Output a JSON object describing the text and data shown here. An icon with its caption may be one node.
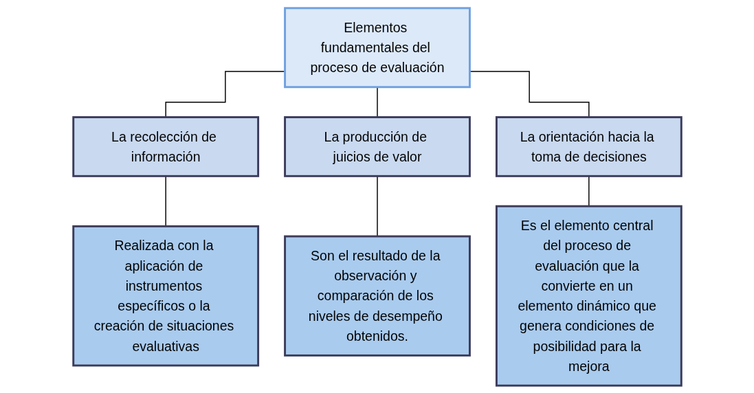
{
  "diagram": {
    "nodes": [
      {
        "text": [
          "Elementos fundamentales del proceso de evaluación"
        ]
      },
      {
        "text": [
          "La recolección de información"
        ]
      },
      {
        "text": [
          "La producción de juicios de valor"
        ]
      },
      {
        "text": [
          "La orientación hacia la toma de decisiones"
        ]
      },
      {
        "text": [
          "Realizada con la aplicación de instrumentos específicos o la creación de situaciones evaluativas"
        ]
      },
      {
        "text": [
          "Son el resultado de la observación y comparación de los niveles de desempeño obtenidos."
        ]
      },
      {
        "text": [
          "Es el elemento central del proceso de evaluación que la convierte en un elemento dinámico que genera condiciones de posibilidad para la mejora"
        ]
      }
    ],
    "edges": [
      {
        "from": 0,
        "to": 1,
        "arrow": "none"
      },
      {
        "from": 0,
        "to": 2,
        "arrow": "none"
      },
      {
        "from": 0,
        "to": 3,
        "arrow": "none"
      },
      {
        "from": 1,
        "to": 4,
        "arrow": "none"
      },
      {
        "from": 2,
        "to": 5,
        "arrow": "none"
      },
      {
        "from": 3,
        "to": 6,
        "arrow": "none"
      }
    ]
  }
}
